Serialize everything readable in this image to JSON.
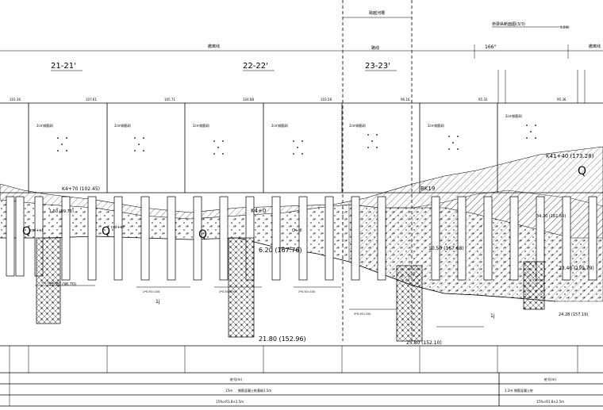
{
  "top_labels": {
    "bridge_span_note": "跨越河槽",
    "right_title": "桥梁纵断面图(3/3)",
    "right_title_sub": "1:200",
    "left_name": "撤离线",
    "right_name": "撤离线",
    "mid_name": "路线",
    "angle": "166°"
  },
  "section_marks": [
    "21-21'",
    "22-22'",
    "23-23'"
  ],
  "bays": [
    {
      "top_elev": "101.36",
      "mid_elev": "2cm钢筋网"
    },
    {
      "top_elev": "107.61",
      "mid_elev": "2cm钢筋网"
    },
    {
      "top_elev": "105.71",
      "mid_elev": "2cm钢筋网"
    },
    {
      "top_elev": "104.88",
      "mid_elev": "2cm钢筋网"
    },
    {
      "top_elev": "103.58",
      "mid_elev": "2cm钢筋网"
    },
    {
      "top_elev": "96.16",
      "mid_elev": "2cm钢筋网"
    },
    {
      "top_elev": "95.32",
      "mid_elev": "2cm钢筋网"
    },
    {
      "top_elev": "95.36",
      "mid_elev": "2cm钢筋网"
    }
  ],
  "annotations": {
    "k_left": "K4+70 (102.45)",
    "k_left_sub": "1.50 (99.76)",
    "k_mid": "K4+0",
    "depth_mid": "6.20 (167.76)",
    "depth_left_low": "21.20 (96.70)",
    "depth_bottom_mid": "21.80 (152.96)",
    "k_right": "K41+40 (173.28)",
    "depth_right_a": "34.20 (161.60)",
    "depth_right_b": "23.40 (159.79)",
    "depth_right_c": "24.28 (157.19)",
    "depth_center": "10.50 (167.68)",
    "depth_bottom_right": "25.80 (152.10)",
    "k_center": "BK19",
    "soil_q1": "Q",
    "soil_q2": "Q",
    "soil_q3": "Q",
    "soil_q4": "Q",
    "soil_tag": "col+el",
    "soil_tag2": "col+el",
    "soil_tag3": "Q+dl",
    "note_left": "1j",
    "note_right": "1j"
  },
  "bottom_table": {
    "row_a_left": "桩号(m)",
    "row_a_right": "桩号(m)",
    "row_b_left": "15m",
    "row_b_left_note": "钢筋混凝土桩基础1.5m",
    "row_b_right": "1.2m",
    "row_b_right_note": "钢筋混凝土桩",
    "row_c_left": "15%×R1.8×2.5m",
    "row_c_right": "15%×R1.8×2.5m"
  },
  "dim_labels": [
    "3*0.50=150",
    "2*0.50=100",
    "3*0.50=150",
    "3*0.50=150",
    "3*0.50=150"
  ]
}
